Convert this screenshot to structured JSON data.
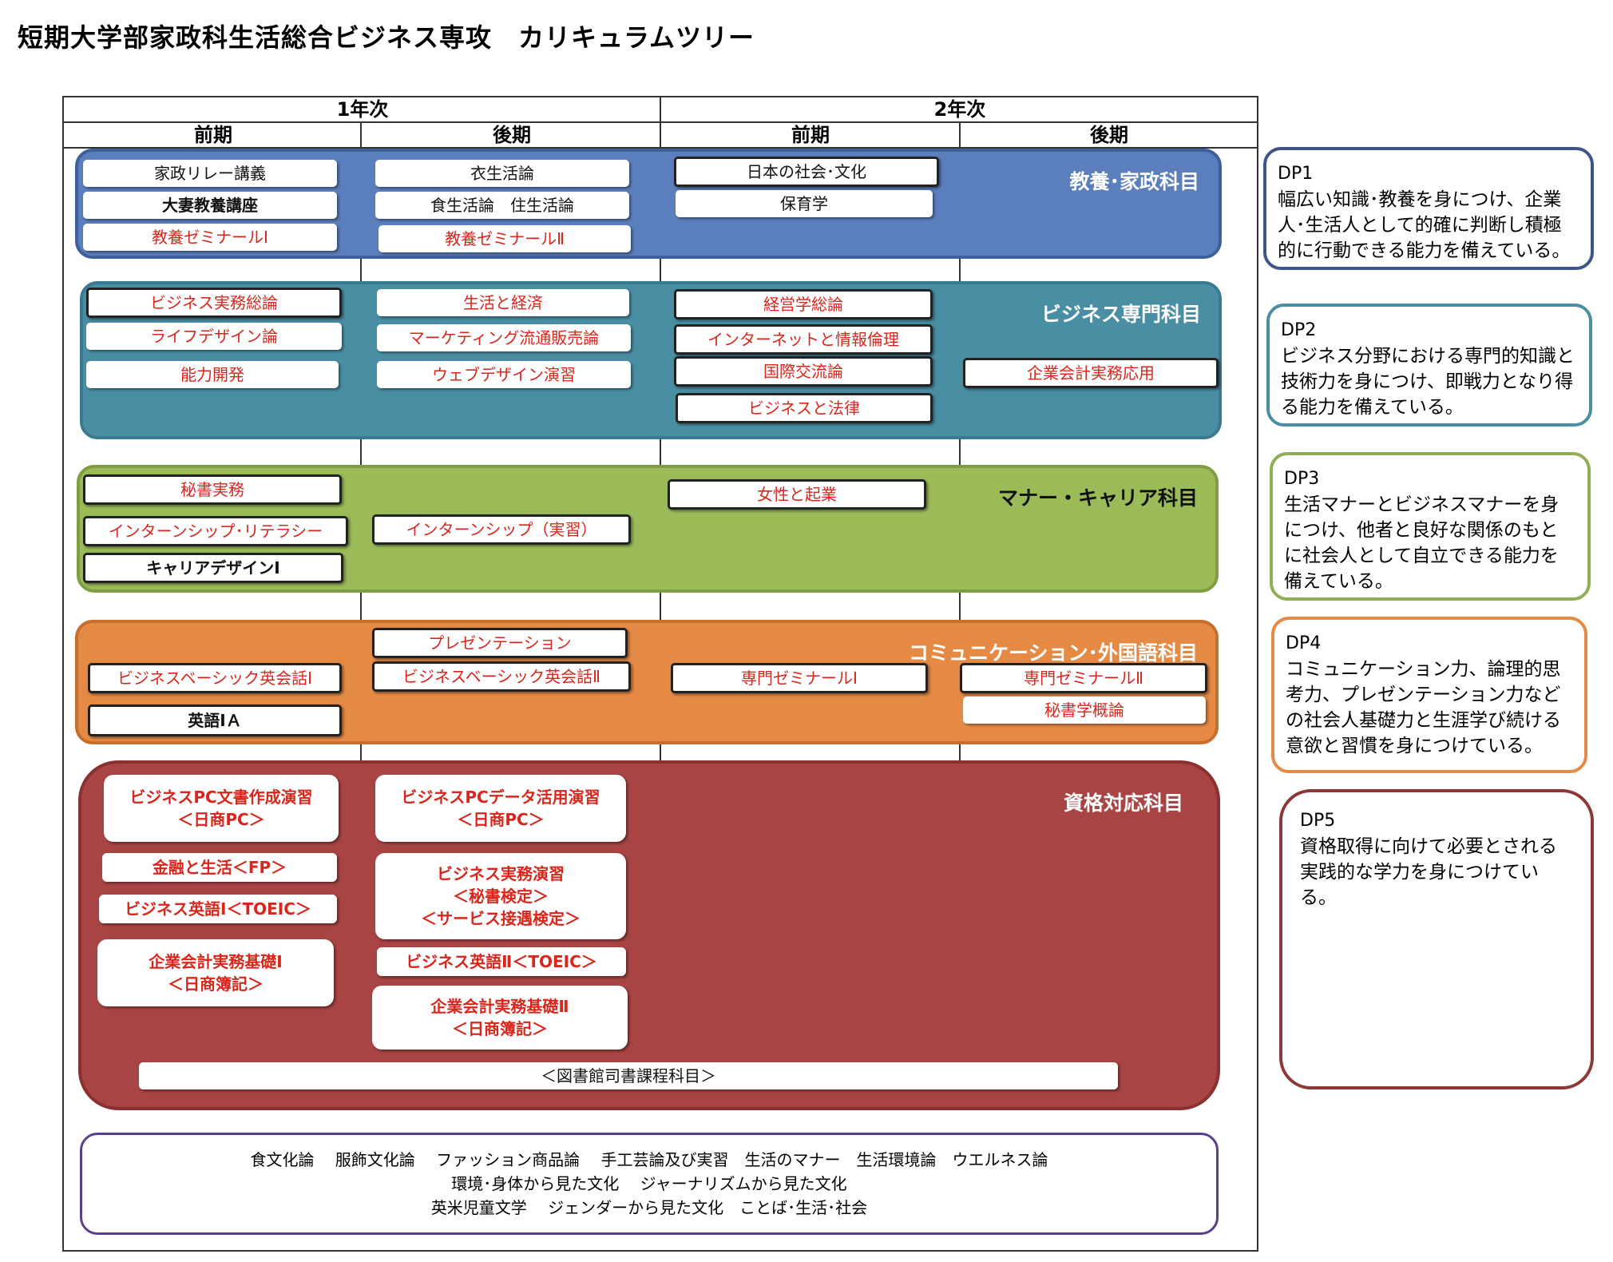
{
  "title": "短期大学部家政科生活総合ビジネス専攻　カリキュラムツリー",
  "years": [
    "1年次",
    "2年次"
  ],
  "terms": [
    "前期",
    "後期",
    "前期",
    "後期"
  ],
  "categories": {
    "kyoyo": {
      "title": "教養･家政科目",
      "color": "#5b7fbc",
      "courses": [
        "家政リレー講義",
        "大妻教養講座",
        "教養ゼミナールⅠ",
        "衣生活論",
        "食生活論　住生活論",
        "教養ゼミナールⅡ",
        "日本の社会･文化",
        "保育学"
      ]
    },
    "business": {
      "title": "ビジネス専門科目",
      "color": "#4a8ea3",
      "courses": [
        "ビジネス実務総論",
        "ライフデザイン論",
        "能力開発",
        "生活と経済",
        "マーケティング流通販売論",
        "ウェブデザイン演習",
        "経営学総論",
        "インターネットと情報倫理",
        "国際交流論",
        "ビジネスと法律",
        "企業会計実務応用"
      ]
    },
    "manner": {
      "title": "マナー・キャリア科目",
      "color": "#9bbb59",
      "courses": [
        "秘書実務",
        "インターンシップ･リテラシー",
        "キャリアデザインⅠ",
        "インターンシップ（実習）",
        "女性と起業"
      ]
    },
    "comm": {
      "title": "コミュニケーション･外国語科目",
      "color": "#e58a45",
      "courses": [
        "ビジネスベーシック英会話Ⅰ",
        "英語ⅠＡ",
        "プレゼンテーション",
        "ビジネスベーシック英会話Ⅱ",
        "専門ゼミナールⅠ",
        "専門ゼミナールⅡ",
        "秘書学概論"
      ]
    },
    "shikaku": {
      "title": "資格対応科目",
      "color": "#a84444",
      "courses": [
        [
          "ビジネスPC文書作成演習",
          "＜日商PC＞"
        ],
        [
          "金融と生活＜FP＞"
        ],
        [
          "ビジネス英語Ⅰ＜TOEIC＞"
        ],
        [
          "企業会計実務基礎Ⅰ",
          "＜日商簿記＞"
        ],
        [
          "ビジネスPCデータ活用演習",
          "＜日商PC＞"
        ],
        [
          "ビジネス実務演習",
          "＜秘書検定＞",
          "＜サービス接遇検定＞"
        ],
        [
          "ビジネス英語Ⅱ＜TOEIC＞"
        ],
        [
          "企業会計実務基礎Ⅱ",
          "＜日商簿記＞"
        ]
      ],
      "library": "＜図書館司書課程科目＞"
    }
  },
  "electives": [
    "食文化論　 服飾文化論　 ファッション商品論　 手工芸論及び実習　生活のマナー　生活環境論　ウエルネス論",
    "環境･身体から見た文化　 ジャーナリズムから見た文化",
    "英米児童文学　 ジェンダーから見た文化　ことば･生活･社会"
  ],
  "dps": [
    {
      "title": "DP1",
      "text": "幅広い知識･教養を身につけ、企業人･生活人として的確に判断し積極的に行動できる能力を備えている。",
      "color": "#3d5587"
    },
    {
      "title": "DP2",
      "text": "ビジネス分野における専門的知識と技術力を身につけ、即戦力となり得る能力を備えている。",
      "color": "#4a8ea3"
    },
    {
      "title": "DP3",
      "text": "生活マナーとビジネスマナーを身につけ、他者と良好な関係のもとに社会人として自立できる能力を備えている。",
      "color": "#8fae55"
    },
    {
      "title": "DP4",
      "text": "コミュニケーション力、論理的思考力、プレゼンテーション力などの社会人基礎力と生涯学び続ける意欲と習慣を身につけている。",
      "color": "#e58a45"
    },
    {
      "title": "DP5",
      "text": "資格取得に向けて必要とされる実践的な学力を身につけている。",
      "color": "#8c3838"
    }
  ]
}
